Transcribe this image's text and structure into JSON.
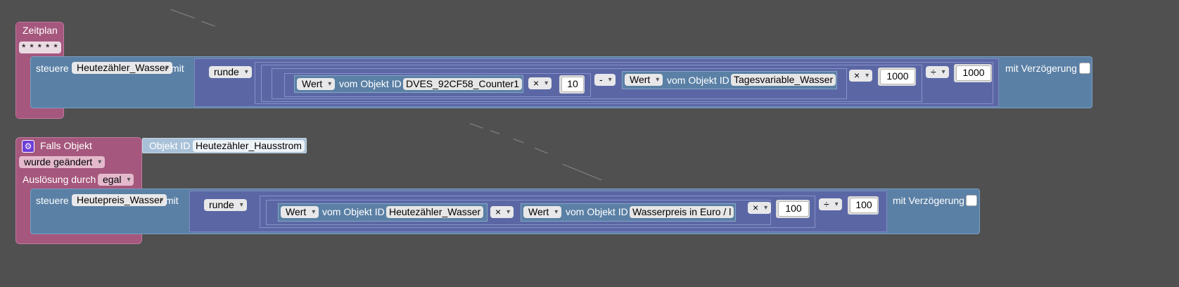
{
  "block1": {
    "title": "Zeitplan",
    "cron": "* * * * *",
    "steuere": {
      "prefix": "steuere",
      "target": "Heutezähler_Wasser",
      "mit": "mit",
      "runde": "runde",
      "wert1": "Wert",
      "vom1": "vom Objekt ID",
      "id1": "DVES_92CF58_Counter1",
      "op1": "×",
      "num1": "10",
      "op2": "-",
      "wert2": "Wert",
      "vom2": "vom Objekt ID",
      "id2": "Tagesvariable_Wasser",
      "op3": "×",
      "num2": "1000",
      "op4": "÷",
      "num3": "1000",
      "delay": "mit Verzögerung"
    }
  },
  "block2": {
    "title": "Falls Objekt",
    "objid_label": "Objekt ID",
    "objid_value": "Heutezähler_Hausstrom",
    "trigger": "wurde geändert",
    "ausloesung": "Auslösung durch",
    "egal": "egal",
    "steuere": {
      "prefix": "steuere",
      "target": "Heutepreis_Wasser",
      "mit": "mit",
      "runde": "runde",
      "wert1": "Wert",
      "vom1": "vom Objekt ID",
      "id1": "Heutezähler_Wasser",
      "op1": "×",
      "wert2": "Wert",
      "vom2": "vom Objekt ID",
      "id2": "Wasserpreis in Euro / l",
      "op2": "×",
      "num1": "100",
      "op3": "÷",
      "num2": "100",
      "delay": "mit Verzögerung"
    }
  },
  "colors": {
    "workspace": "#505050",
    "event_block": "#a5577d",
    "action_block": "#5b80a5",
    "math_block": "#5b67a5",
    "gear": "#6e3fd6"
  }
}
